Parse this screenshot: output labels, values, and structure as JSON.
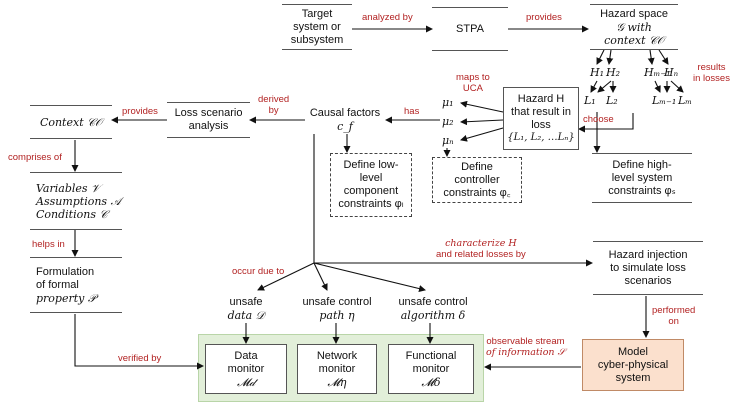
{
  "nodes": {
    "target": [
      "Target",
      "system or",
      "subsystem"
    ],
    "stpa": "STPA",
    "hazard_space": [
      "Hazard space",
      "𝒢 with",
      "context 𝒞𝒪"
    ],
    "hazard_hi": [
      "Hazard H",
      "that result in",
      "loss",
      "{L₁, L₂, …Lₙ}"
    ],
    "causal": [
      "Causal factors",
      "c_f"
    ],
    "loss_scenario": [
      "Loss scenario",
      "analysis"
    ],
    "context": "Context 𝒞𝒪",
    "vars": [
      "Variables 𝒱",
      "Assumptions 𝒜",
      "Conditions 𝒞"
    ],
    "formulation": [
      "Formulation",
      "of formal",
      "property 𝒫"
    ],
    "low_level": [
      "Define low-",
      "level",
      "component",
      "constraints φₗ"
    ],
    "controller": [
      "Define",
      "controller",
      "constraints φ꜀"
    ],
    "high_level": [
      "Define high-",
      "level system",
      "constraints φₛ"
    ],
    "hazard_injection": [
      "Hazard injection",
      "to simulate loss",
      "scenarios"
    ],
    "model_cps": [
      "Model",
      "cyber-physical",
      "system"
    ],
    "unsafe_data": [
      "unsafe",
      "data 𝒟"
    ],
    "unsafe_path": [
      "unsafe control",
      "path η"
    ],
    "unsafe_algo": [
      "unsafe control",
      "algorithm δ"
    ],
    "data_monitor": [
      "Data",
      "monitor",
      "𝓜𝒹"
    ],
    "network_monitor": [
      "Network",
      "monitor",
      "𝓜η"
    ],
    "functional_monitor": [
      "Functional",
      "monitor",
      "𝓜δ"
    ],
    "hazards": {
      "h1": "H₁",
      "h2": "H₂",
      "hm1": "Hₘ₋₁",
      "hn": "Hₙ",
      "l1": "L₁",
      "l2": "L₂",
      "lm1": "Lₘ₋₁",
      "lm": "Lₘ",
      "mu1": "μ₁",
      "mu2": "μ₂",
      "mun": "μₙ"
    }
  },
  "edge_labels": {
    "analyzed_by": "analyzed by",
    "provides_top": "provides",
    "results_in_losses": [
      "results",
      "in losses"
    ],
    "maps_to_uca": [
      "maps to",
      "UCA"
    ],
    "choose": "choose",
    "has": "has",
    "derived_by": [
      "derived",
      "by"
    ],
    "provides_left": "provides",
    "comprises_of": "comprises of",
    "helps_in": "helps in",
    "occur_due_to": "occur due to",
    "characterize": [
      "characterize H",
      "and related losses by"
    ],
    "performed_on": [
      "performed",
      "on"
    ],
    "observable_stream": [
      "observable stream",
      "of information 𝒮"
    ],
    "verified_by": "verified by"
  },
  "colors": {
    "label_red": "#b22222",
    "monitor_group": "#e2efd9",
    "model_box": "#fbe0cd"
  }
}
